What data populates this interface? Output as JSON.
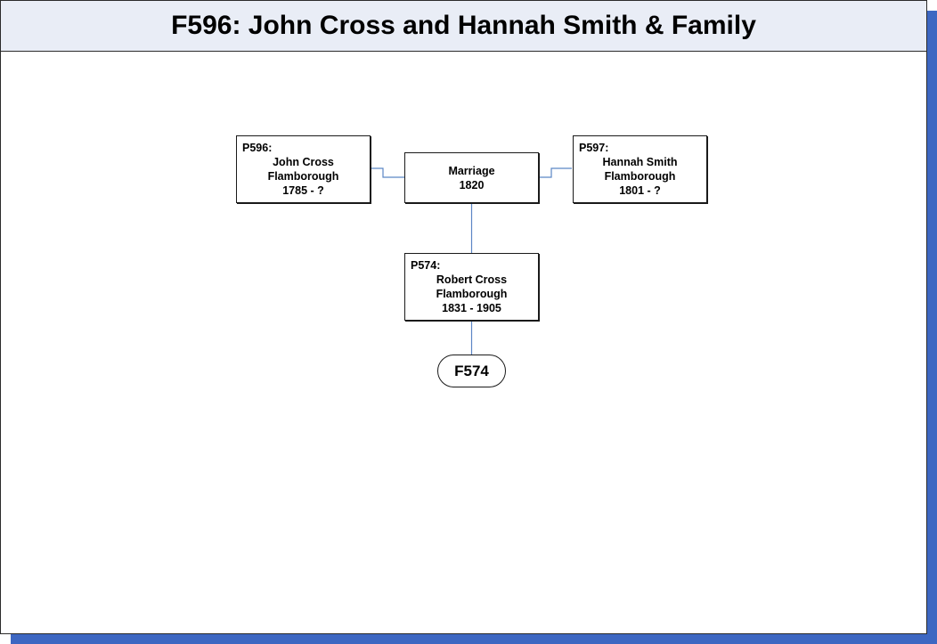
{
  "title": "F596: John Cross and Hannah Smith & Family",
  "father": {
    "id": "P596:",
    "name": "John Cross",
    "place": "Flamborough",
    "dates": "1785 - ?"
  },
  "mother": {
    "id": "P597:",
    "name": "Hannah Smith",
    "place": "Flamborough",
    "dates": "1801 - ?"
  },
  "marriage": {
    "label": "Marriage",
    "year": "1820"
  },
  "child": {
    "id": "P574:",
    "name": "Robert Cross",
    "place": "Flamborough",
    "dates": "1831 - 1905"
  },
  "child_family_link": "F574",
  "colors": {
    "connector": "#5b86c5",
    "shadow": "#3d67c2",
    "title_background": "#e9edf6"
  }
}
